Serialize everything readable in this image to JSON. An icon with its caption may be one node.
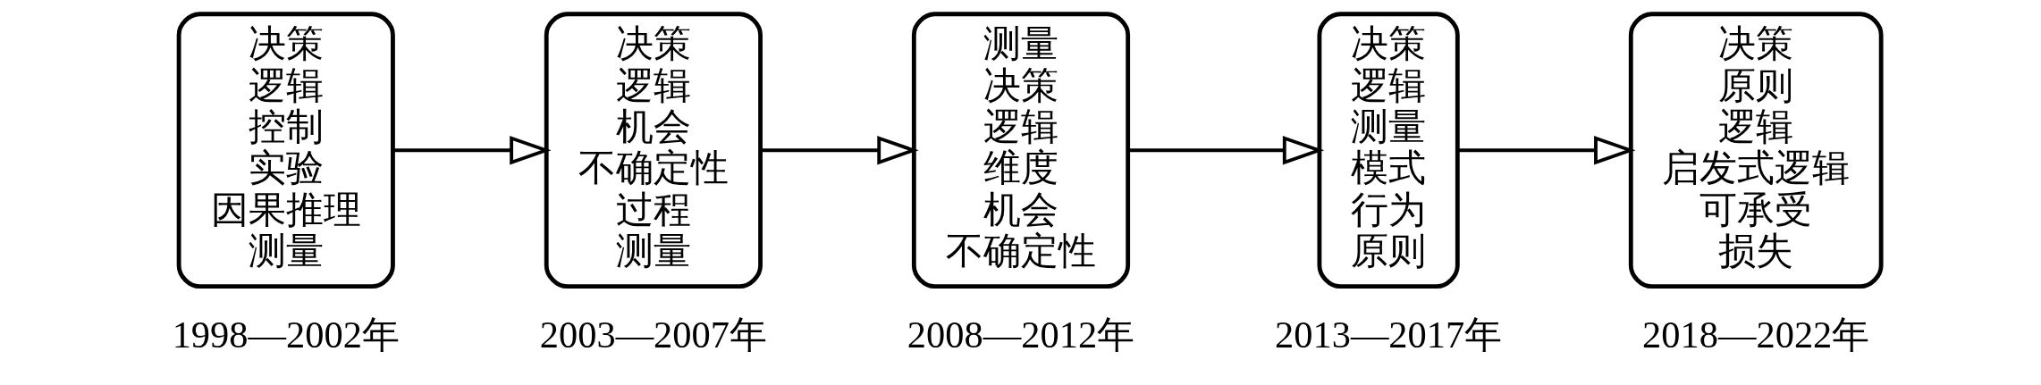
{
  "diagram": {
    "nodes": [
      {
        "text": [
          "决策",
          "逻辑",
          "控制",
          "实验",
          "因果推理",
          "测量"
        ],
        "beside": [
          "1998—2002年"
        ]
      },
      {
        "text": [
          "决策",
          "逻辑",
          "机会",
          "不确定性",
          "过程",
          "测量"
        ],
        "beside": [
          "2003—2007年"
        ]
      },
      {
        "text": [
          "测量",
          "决策",
          "逻辑",
          "维度",
          "机会",
          "不确定性"
        ],
        "beside": [
          "2008—2012年"
        ]
      },
      {
        "text": [
          "决策",
          "逻辑",
          "测量",
          "模式",
          "行为",
          "原则"
        ],
        "beside": [
          "2013—2017年"
        ]
      },
      {
        "text": [
          "决策",
          "原则",
          "逻辑",
          "启发式逻辑",
          "可承受",
          "损失"
        ],
        "beside": [
          "2018—2022年"
        ]
      }
    ],
    "edges": [
      {
        "from": 0,
        "to": 1,
        "arrow": "to"
      },
      {
        "from": 1,
        "to": 2,
        "arrow": "to"
      },
      {
        "from": 2,
        "to": 3,
        "arrow": "to"
      },
      {
        "from": 3,
        "to": 4,
        "arrow": "to"
      }
    ]
  }
}
